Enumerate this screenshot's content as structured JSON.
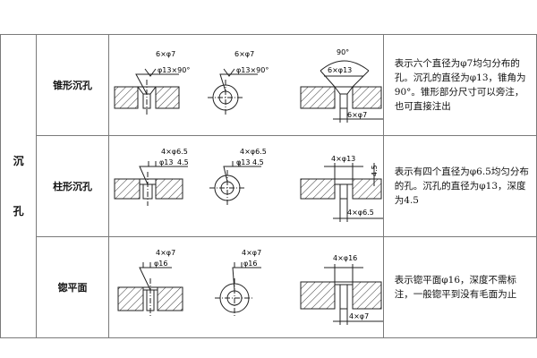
{
  "category": [
    "沉",
    "孔"
  ],
  "rows": [
    {
      "type": "锥形沉孔",
      "desc": "表示六个直径为φ7均匀分布的孔。沉孔的直径为φ13，锥角为90°。锥形部分尺寸可以旁注，也可直接注出",
      "callout_a": {
        "top": "6×φ7",
        "bottom": "φ13×90°"
      },
      "callout_b": {
        "top": "6×φ7",
        "bottom": "φ13×90°"
      },
      "dim_c": {
        "angle": "90°",
        "dia": "6×φ13",
        "hole": "6×φ7"
      }
    },
    {
      "type": "柱形沉孔",
      "desc": "表示有四个直径为φ6.5均匀分布的孔。沉孔的直径为φ13，深度为4.5",
      "callout_a": {
        "top": "4×φ6.5",
        "bottom": "φ13",
        "depth": "4.5"
      },
      "callout_b": {
        "top": "4×φ6.5",
        "bottom": "φ13",
        "depth": "4.5"
      },
      "dim_c": {
        "dia": "4×φ13",
        "depth": "4.5",
        "hole": "4×φ6.5"
      }
    },
    {
      "type": "锪平面",
      "desc": "表示锪平面φ16，深度不需标注，一般锪平到没有毛面为止",
      "callout_a": {
        "top": "4×φ7",
        "bottom": "φ16"
      },
      "callout_b": {
        "top": "4×φ7",
        "bottom": "φ16"
      },
      "dim_c": {
        "dia": "4×φ16",
        "hole": "4×φ7"
      }
    }
  ]
}
